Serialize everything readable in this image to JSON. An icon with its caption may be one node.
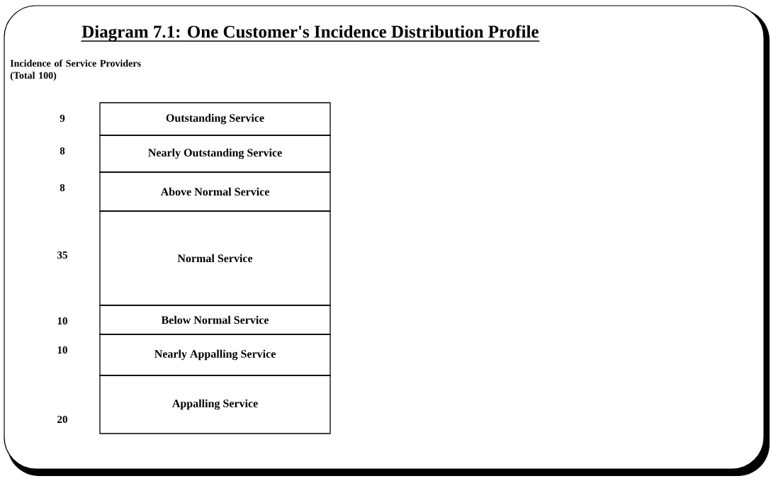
{
  "diagram": {
    "title": "Diagram 7.1: One Customer's Incidence Distribution Profile",
    "nodes": [
      {
        "text": [
          "Outstanding Service"
        ],
        "beside": [
          "9"
        ]
      },
      {
        "text": [
          "Nearly Outstanding Service"
        ],
        "beside": [
          "8"
        ]
      },
      {
        "text": [
          "Above Normal Service"
        ],
        "beside": [
          "8"
        ]
      },
      {
        "text": [
          "Normal Service"
        ],
        "beside": [
          "35"
        ]
      },
      {
        "text": [
          "Below Normal Service"
        ],
        "beside": [
          "10"
        ]
      },
      {
        "text": [
          "Nearly Appalling Service"
        ],
        "beside": [
          "10"
        ]
      },
      {
        "text": [
          "Appalling Service"
        ],
        "beside": [
          "20"
        ]
      }
    ],
    "labels": [
      "Incidence of Service Providers (Total 100)"
    ]
  }
}
